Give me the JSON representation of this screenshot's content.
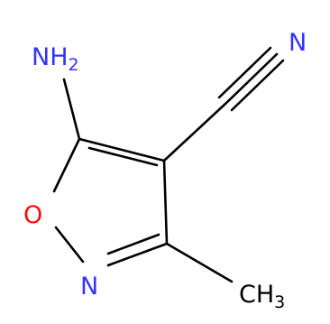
{
  "molecule": {
    "atoms": {
      "n_nitrile": {
        "text": "N"
      },
      "nh2": {
        "text": "NH",
        "sub": "2"
      },
      "o_ring": {
        "text": "O"
      },
      "n_ring": {
        "text": "N"
      },
      "ch3": {
        "text": "CH",
        "sub": "3"
      }
    },
    "colors": {
      "bond": "#000000",
      "nitrogen": "#3333ff",
      "oxygen": "#ff0d0d",
      "carbon": "#000000"
    }
  }
}
